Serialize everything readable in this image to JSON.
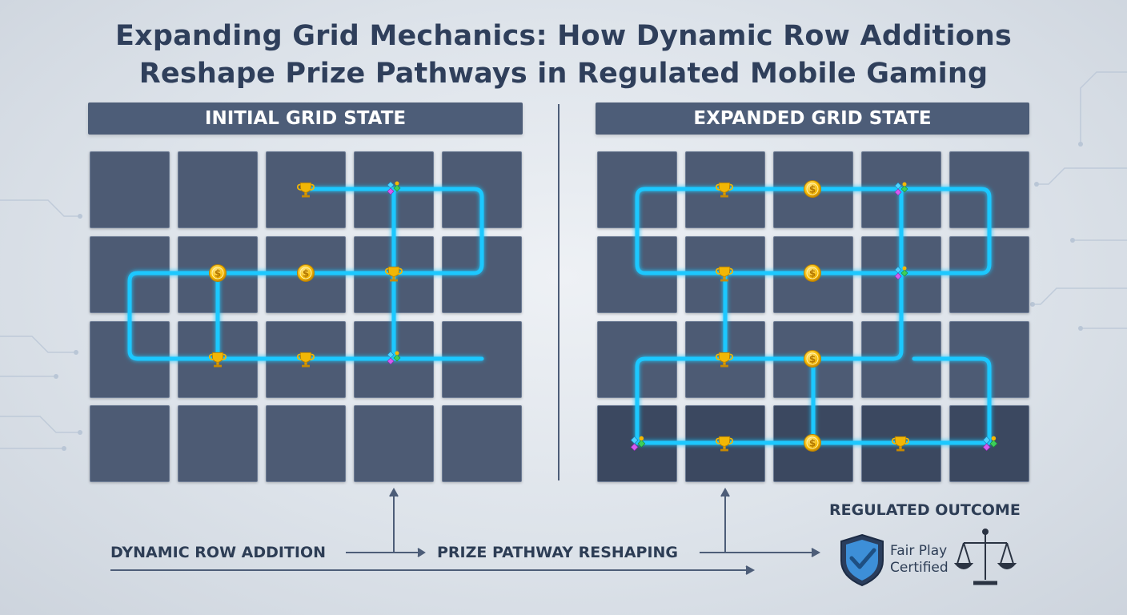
{
  "title_line1": "Expanding Grid Mechanics: How Dynamic Row Additions",
  "title_line2": "Reshape Prize Pathways in Regulated Mobile Gaming",
  "panels": {
    "initial_header": "INITIAL GRID STATE",
    "expanded_header": "EXPANDED GRID STATE"
  },
  "flow": {
    "dynamic_row": "DYNAMIC ROW ADDITION",
    "reshaping": "PRIZE PATHWAY RESHAPING",
    "outcome": "REGULATED OUTCOME"
  },
  "badge": {
    "line1": "Fair Play",
    "line2": "Certified"
  },
  "colors": {
    "path": "#1ec8ff",
    "cell": "#4d5b74",
    "cell_new_row": "#3b4860",
    "header": "#4d5d78",
    "gold": "#f5b800"
  },
  "icons": [
    "trophy-icon",
    "coin-icon",
    "gem-icon"
  ]
}
